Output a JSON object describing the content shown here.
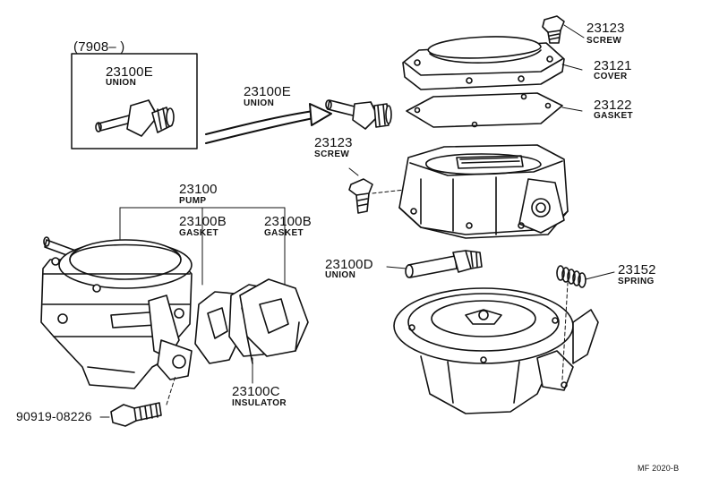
{
  "inset": {
    "date_code": "(7908–        )",
    "part_number": "23100E",
    "part_name": "UNION"
  },
  "parts": [
    {
      "key": "screw_top",
      "number": "23123",
      "name": "SCREW"
    },
    {
      "key": "cover",
      "number": "23121",
      "name": "COVER"
    },
    {
      "key": "gasket_top",
      "number": "23122",
      "name": "GASKET"
    },
    {
      "key": "union_e",
      "number": "23100E",
      "name": "UNION"
    },
    {
      "key": "screw_mid",
      "number": "23123",
      "name": "SCREW"
    },
    {
      "key": "pump",
      "number": "23100",
      "name": "PUMP"
    },
    {
      "key": "gasket_b1",
      "number": "23100B",
      "name": "GASKET"
    },
    {
      "key": "gasket_b2",
      "number": "23100B",
      "name": "GASKET"
    },
    {
      "key": "union_d",
      "number": "23100D",
      "name": "UNION"
    },
    {
      "key": "spring",
      "number": "23152",
      "name": "SPRING"
    },
    {
      "key": "insulator",
      "number": "23100C",
      "name": "INSULATOR"
    },
    {
      "key": "bolt",
      "number": "90919-08226",
      "name": ""
    }
  ],
  "figure_code": "MF 2020-B"
}
